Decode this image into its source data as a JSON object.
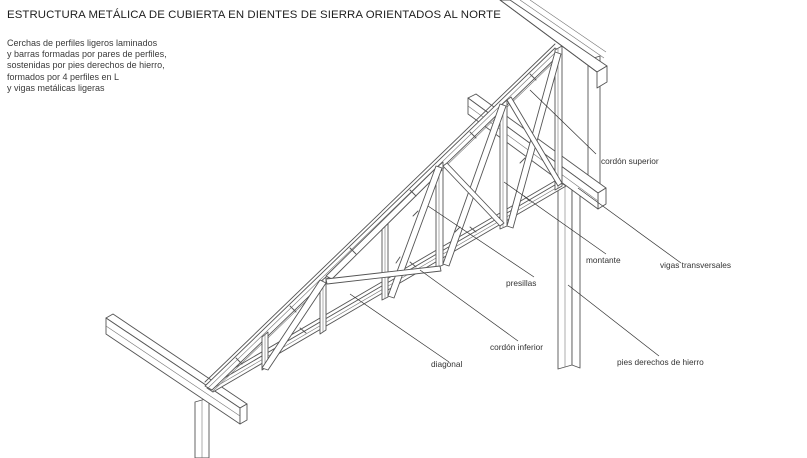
{
  "title": "ESTRUCTURA METÁLICA DE CUBIERTA EN DIENTES DE SIERRA ORIENTADOS AL NORTE",
  "description": [
    "Cerchas de perfiles ligeros laminados",
    "y barras formadas por pares de perfiles,",
    "sostenidas por pies derechos de hierro,",
    "formados por 4 perfiles en L",
    "y vigas metálicas ligeras"
  ],
  "labels": {
    "cordon_superior": "cordón superior",
    "montante": "montante",
    "vigas_transversales": "vigas transversales",
    "presillas": "presillas",
    "cordon_inferior": "cordón inferior",
    "diagonal": "diagonal",
    "pies_derechos": "pies derechos de hierro"
  }
}
